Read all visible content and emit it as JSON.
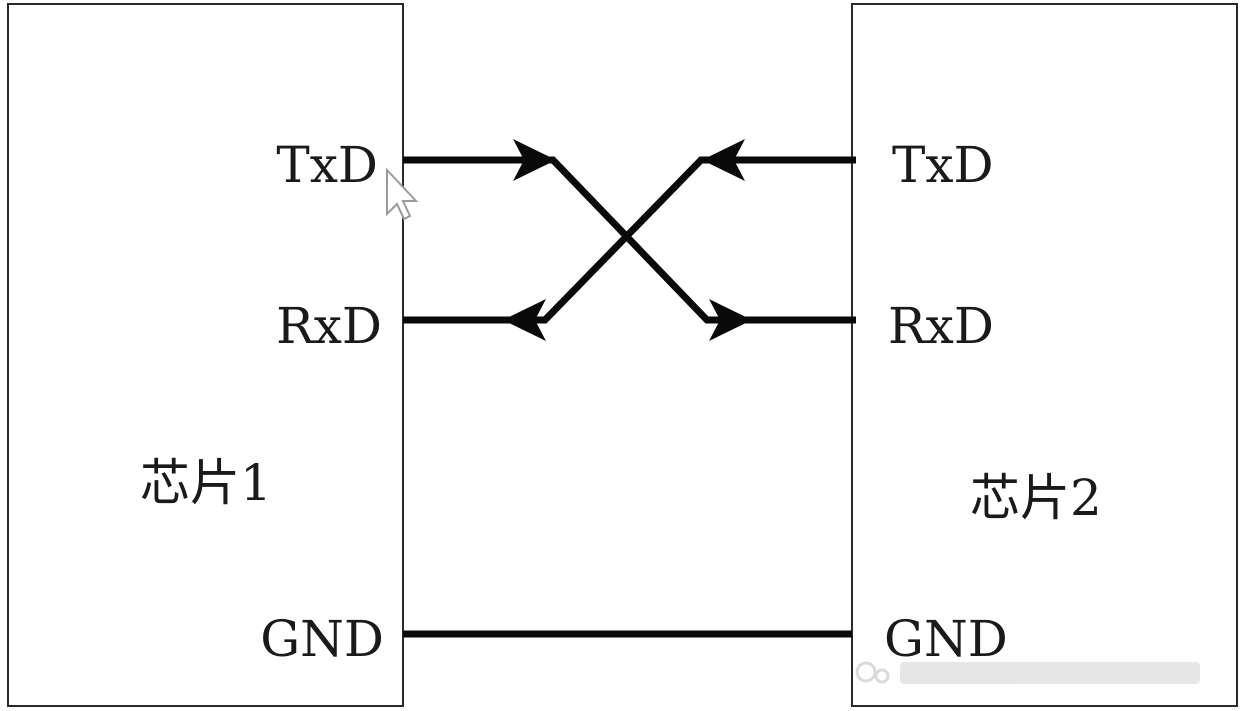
{
  "chip1": {
    "label": "芯片1",
    "pins": {
      "txd": "TxD",
      "rxd": "RxD",
      "gnd": "GND"
    }
  },
  "chip2": {
    "label": "芯片2",
    "pins": {
      "txd": "TxD",
      "rxd": "RxD",
      "gnd": "GND"
    }
  },
  "colors": {
    "wire": "#0a0a0a",
    "box_stroke": "#2a2a2a",
    "text": "#1a1a1a"
  },
  "icons": {
    "cursor": "mouse-pointer-icon",
    "watermark": "watermark-logo-icon"
  }
}
